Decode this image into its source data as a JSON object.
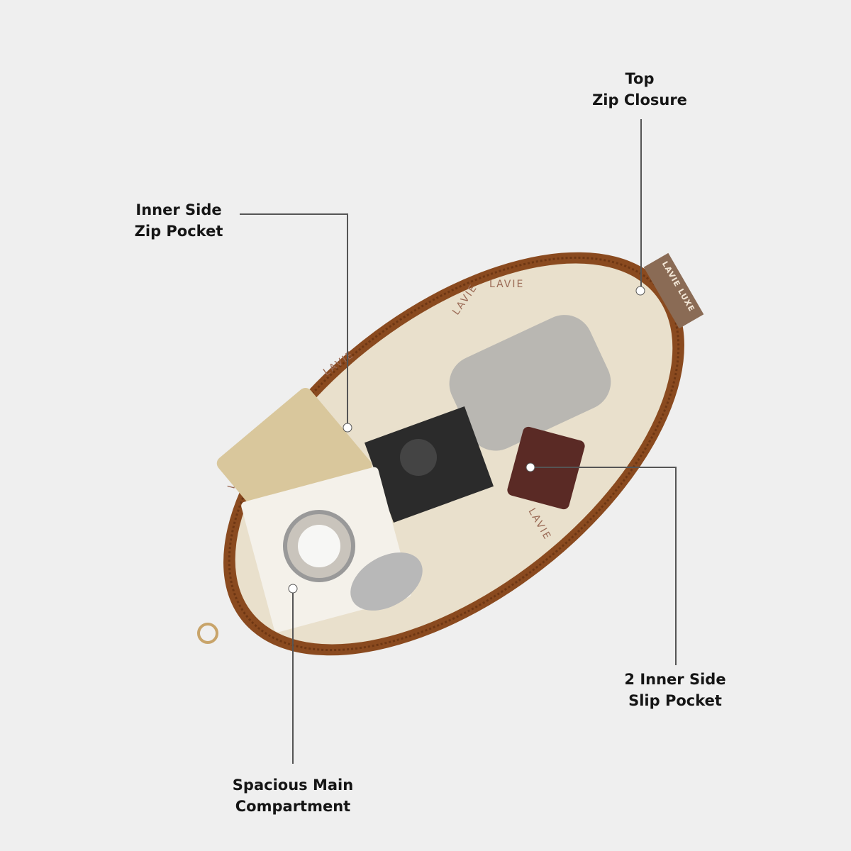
{
  "callouts": [
    {
      "id": "top-zip-closure",
      "lines": [
        "Top",
        "Zip Closure"
      ]
    },
    {
      "id": "inner-side-zip-pocket",
      "lines": [
        "Inner Side",
        "Zip Pocket"
      ]
    },
    {
      "id": "inner-side-slip-pocket",
      "lines": [
        "2 Inner Side",
        "Slip Pocket"
      ]
    },
    {
      "id": "spacious-main-compartment",
      "lines": [
        "Spacious Main",
        "Compartment"
      ]
    }
  ],
  "product": {
    "brand_lining_text": "LAVIE",
    "tag_text": "LAVIE LUXE"
  },
  "colors": {
    "background": "#efefef",
    "trim": "#8a4a1f",
    "lining": "#e9e0cc",
    "callout_line": "#555555"
  }
}
